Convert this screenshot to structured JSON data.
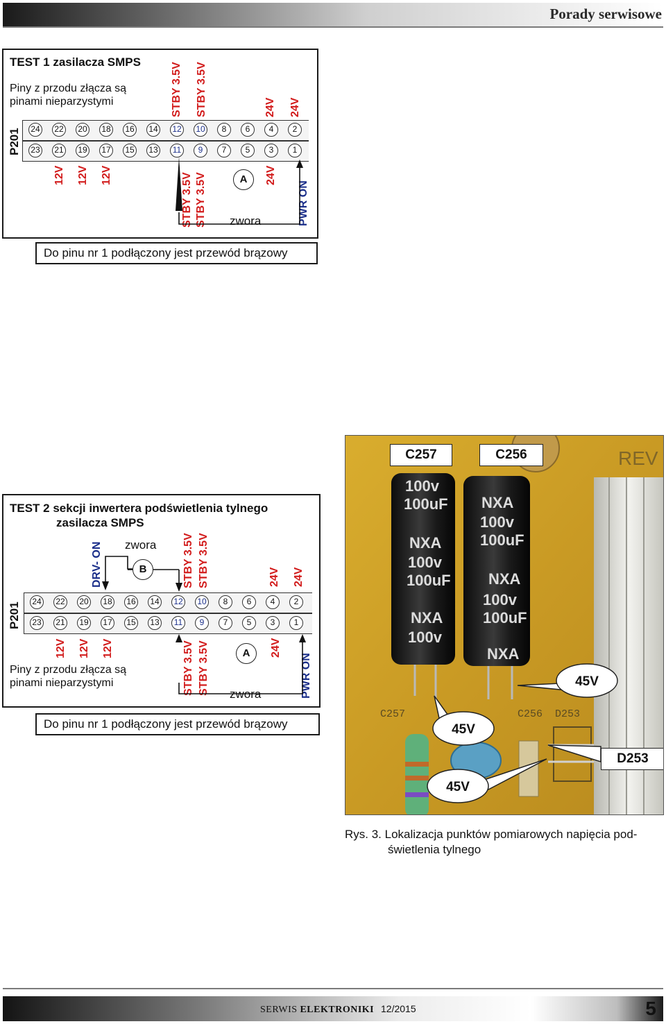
{
  "header": {
    "title": "Porady serwisowe"
  },
  "connector": {
    "top_pins": [
      "24",
      "22",
      "20",
      "18",
      "16",
      "14",
      "12",
      "10",
      "8",
      "6",
      "4",
      "2"
    ],
    "bottom_pins": [
      "23",
      "21",
      "19",
      "17",
      "15",
      "13",
      "11",
      "9",
      "7",
      "5",
      "3",
      "1"
    ],
    "blue_pins": [
      "12",
      "10",
      "11",
      "9"
    ]
  },
  "test1": {
    "title": "TEST 1 zasilacza SMPS",
    "description_line1": "Piny z przodu złącza są",
    "description_line2": "pinami nieparzystymi",
    "connector_label": "P201",
    "top_labels": {
      "stby_a": "STBY 3.5V",
      "stby_b": "STBY 3.5V",
      "v24_a": "24V",
      "v24_b": "24V"
    },
    "bottom_labels": {
      "v12_a": "12V",
      "v12_b": "12V",
      "v12_c": "12V",
      "stby_a": "STBY 3.5V",
      "stby_b": "STBY 3.5V",
      "v24": "24V",
      "pwr_on": "PWR ON"
    },
    "jumper_letter": "A",
    "jumper_label": "zwora",
    "note": "Do pinu nr 1 podłączony jest przewód brązowy"
  },
  "test2": {
    "title_line1": "TEST 2 sekcji inwertera podświetlenia tylnego",
    "title_line2": "zasilacza SMPS",
    "description_line1": "Piny z przodu złącza są",
    "description_line2": "pinami nieparzystymi",
    "connector_label": "P201",
    "top_labels": {
      "drv_on": "DRV- ON",
      "jumper_top": "zwora",
      "stby_a": "STBY 3.5V",
      "stby_b": "STBY 3.5V",
      "v24_a": "24V",
      "v24_b": "24V"
    },
    "bottom_labels": {
      "v12_a": "12V",
      "v12_b": "12V",
      "v12_c": "12V",
      "stby_a": "STBY 3.5V",
      "stby_b": "STBY 3.5V",
      "v24": "24V",
      "pwr_on": "PWR ON"
    },
    "jumper_letter_top": "B",
    "jumper_letter_bottom": "A",
    "jumper_label_bottom": "zwora",
    "note": "Do pinu nr 1 podłączony jest przewód brązowy"
  },
  "photo": {
    "labels": {
      "c257": "C257",
      "c256": "C256",
      "d253": "D253",
      "v45_a": "45V",
      "v45_b": "45V",
      "v45_c": "45V"
    },
    "pcb_text": {
      "pcb_rev": "REV",
      "silk_c257": "C257",
      "silk_c256": "C256",
      "silk_d253": "D253",
      "cap_markings": [
        "100v",
        "100uF",
        "NXA"
      ]
    }
  },
  "caption": {
    "line1": "Rys. 3. Lokalizacja punktów pomiarowych napięcia pod-",
    "line2": "świetlenia tylnego"
  },
  "footer": {
    "brand_prefix": "SERWIS",
    "brand_main": "ELEKTRONIKI",
    "issue": "12/2015",
    "page": "5"
  },
  "colors": {
    "red": "#d21c1c",
    "blue": "#1b2f8a",
    "pcb": "#d4a62a"
  }
}
